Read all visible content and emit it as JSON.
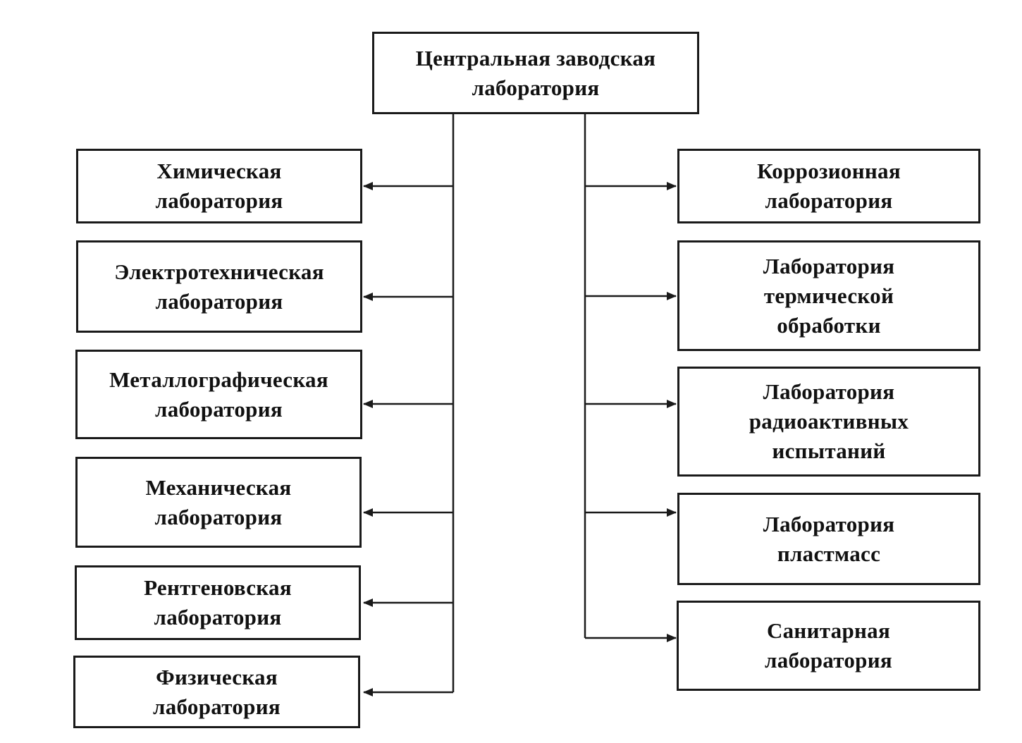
{
  "root": {
    "label": "Центральная заводская\nлаборатория"
  },
  "left": [
    {
      "label": "Химическая\nлаборатория"
    },
    {
      "label": "Электротехническая\nлаборатория"
    },
    {
      "label": "Металлографическая\nлаборатория"
    },
    {
      "label": "Механическая\nлаборатория"
    },
    {
      "label": "Рентгеновская\nлаборатория"
    },
    {
      "label": "Физическая\nлаборатория"
    }
  ],
  "right": [
    {
      "label": "Коррозионная\nлаборатория"
    },
    {
      "label": "Лаборатория\nтермической\nобработки"
    },
    {
      "label": "Лаборатория\nрадиоактивных\nиспытаний"
    },
    {
      "label": "Лаборатория\nпластмасс"
    },
    {
      "label": "Санитарная\nлаборатория"
    }
  ],
  "colors": {
    "line": "#1a1a1a",
    "background": "#ffffff"
  }
}
